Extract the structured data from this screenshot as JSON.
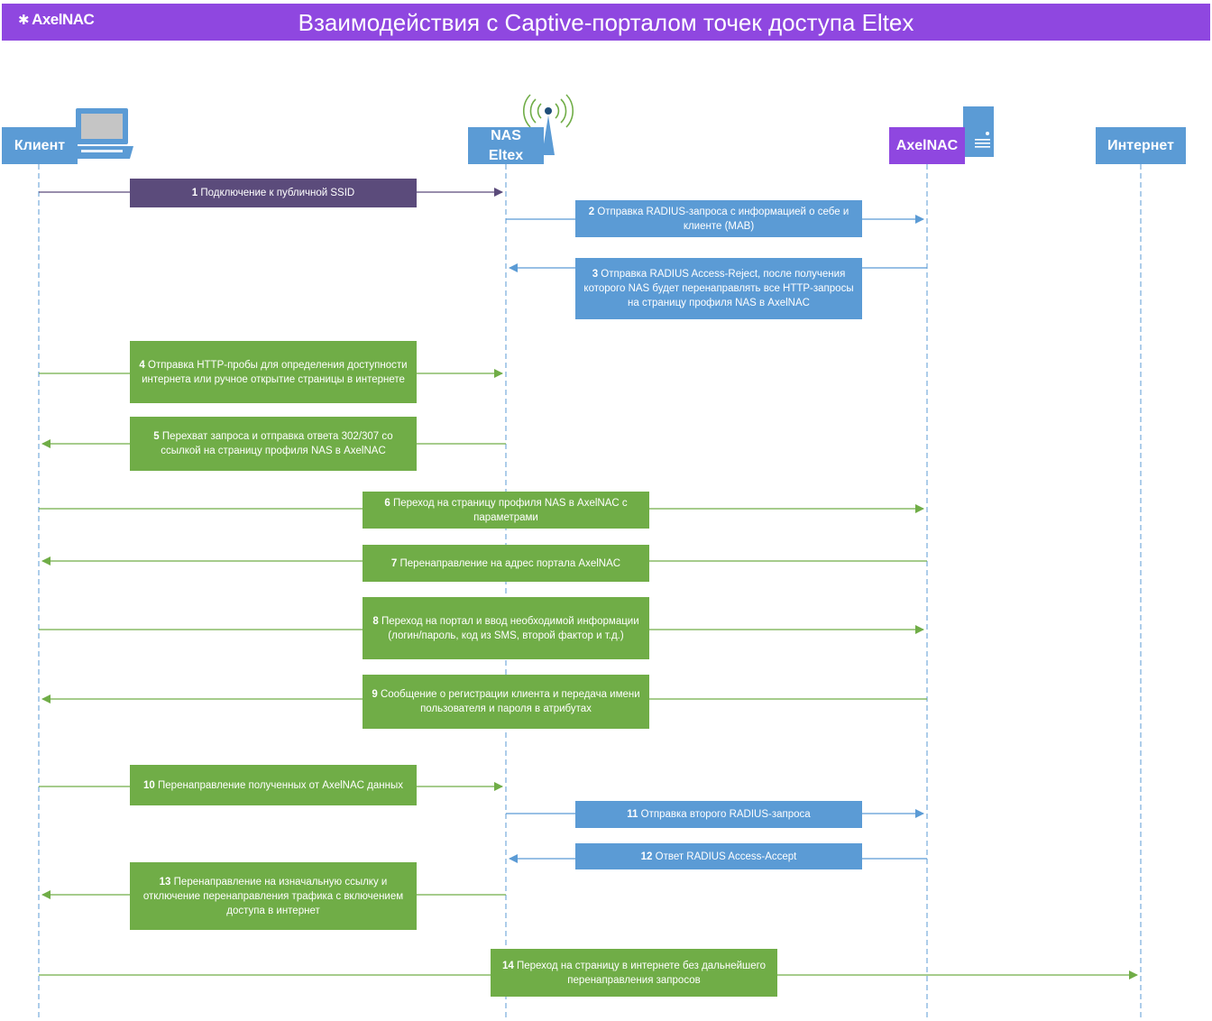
{
  "header": {
    "logo": "AxelNAC",
    "title": "Взаимодействия с Captive-порталом точек доступа Eltex"
  },
  "actors": {
    "client": "Клиент",
    "nas_line1": "NAS",
    "nas_line2": "Eltex",
    "axelnac": "AxelNAC",
    "internet": "Интернет"
  },
  "icons": {
    "client": "laptop-icon",
    "nas": "wifi-antenna-icon",
    "axelnac": "server-icon"
  },
  "colors": {
    "header": "#8f47e0",
    "actor_blue": "#5b9bd5",
    "axelnac_purple": "#8f47e0",
    "step_purple": "#5b4b7b",
    "step_blue": "#5b9bd5",
    "step_green": "#70ad47"
  },
  "messages": [
    {
      "num": "1",
      "text": "Подключение к публичной SSID"
    },
    {
      "num": "2",
      "text": "Отправка RADIUS-запроса с информацией о себе и клиенте (MAB)"
    },
    {
      "num": "3",
      "text": "Отправка RADIUS Access-Reject, после получения которого NAS будет перенаправлять все HTTP-запросы на страницу профиля NAS в AxelNAC"
    },
    {
      "num": "4",
      "text": "Отправка HTTP-пробы для определения доступности интернета или ручное открытие страницы в интернете"
    },
    {
      "num": "5",
      "text": "Перехват запроса и отправка ответа 302/307 со ссылкой на страницу профиля NAS в AxelNAC"
    },
    {
      "num": "6",
      "text": "Переход на страницу профиля NAS в AxelNAC с параметрами"
    },
    {
      "num": "7",
      "text": "Перенаправление на адрес портала AxelNAC"
    },
    {
      "num": "8",
      "text": "Переход на портал и ввод необходимой информации (логин/пароль, код из SMS, второй фактор и т.д.)"
    },
    {
      "num": "9",
      "text": "Сообщение о регистрации клиента и передача имени пользователя и пароля в атрибутах"
    },
    {
      "num": "10",
      "text": "Перенаправление полученных от AxelNAC данных"
    },
    {
      "num": "11",
      "text": "Отправка второго RADIUS-запроса"
    },
    {
      "num": "12",
      "text": "Ответ RADIUS Access-Accept"
    },
    {
      "num": "13",
      "text": "Перенаправление на изначальную ссылку и отключение перенаправления трафика с включением доступа в интернет"
    },
    {
      "num": "14",
      "text": "Переход на страницу в интернете без дальнейшего перенаправления запросов"
    }
  ]
}
